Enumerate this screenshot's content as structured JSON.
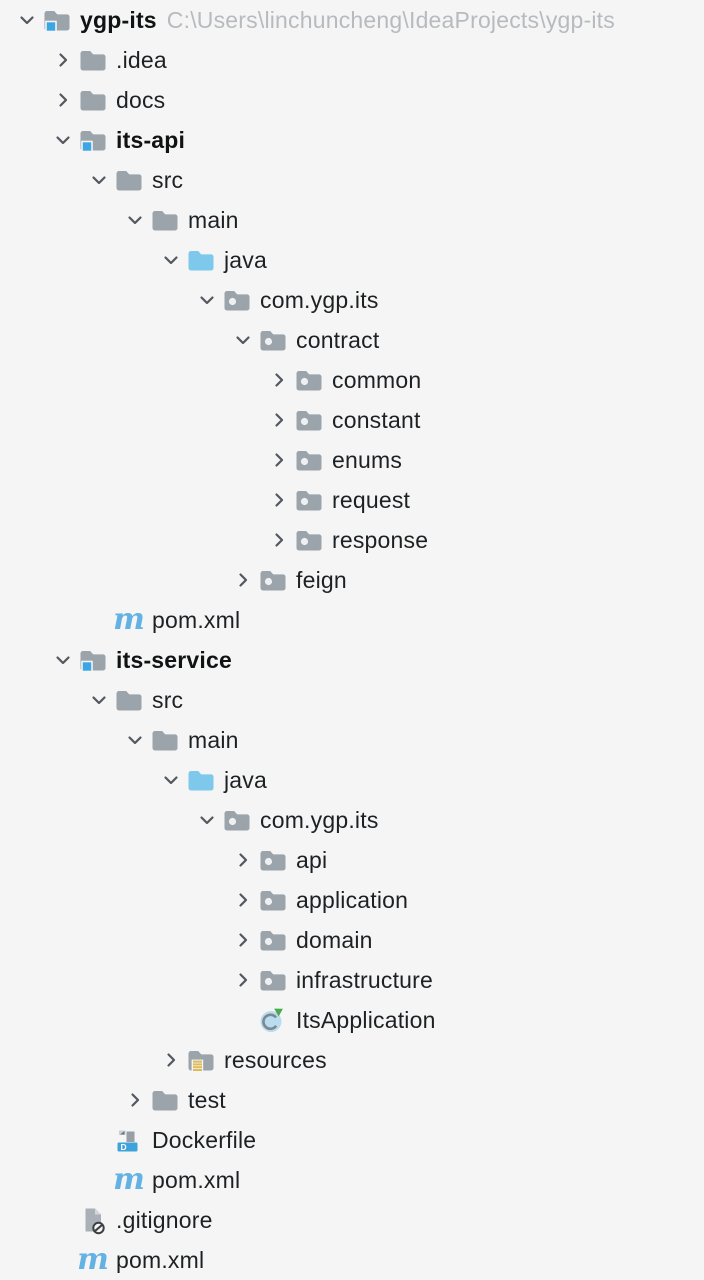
{
  "app": {
    "name": "project-explorer",
    "background": "#f4f5f4"
  },
  "colors": {
    "folder_gray": "#9ba3ab",
    "folder_blue_sources": "#7ec8ec",
    "module_badge_blue": "#3ba6e3",
    "maven_blue": "#64b2e4",
    "resources_yellow": "#debb55",
    "run_green": "#4aa84e",
    "docker_blue": "#3fa3db",
    "gray_file": "#aab0b7",
    "chevron_gray": "#53585e",
    "text": "#1e2124",
    "path_gray": "#b7bbbf",
    "background": "#f4f5f4",
    "package_dot": "#eef0f1"
  },
  "project_tree": {
    "rows": [
      {
        "label": "ygp-its",
        "suffix": "C:\\Users\\linchuncheng\\IdeaProjects\\ygp-its",
        "icon": "module-folder-icon",
        "chevron": "down",
        "level": 0,
        "bold": true
      },
      {
        "label": ".idea",
        "icon": "folder-icon",
        "chevron": "right",
        "level": 1,
        "bold": false
      },
      {
        "label": "docs",
        "icon": "folder-icon",
        "chevron": "right",
        "level": 1,
        "bold": false
      },
      {
        "label": "its-api",
        "icon": "module-folder-icon",
        "chevron": "down",
        "level": 1,
        "bold": true
      },
      {
        "label": "src",
        "icon": "folder-icon",
        "chevron": "down",
        "level": 2,
        "bold": false
      },
      {
        "label": "main",
        "icon": "folder-icon",
        "chevron": "down",
        "level": 3,
        "bold": false
      },
      {
        "label": "java",
        "icon": "sources-folder-icon",
        "chevron": "down",
        "level": 4,
        "bold": false
      },
      {
        "label": "com.ygp.its",
        "icon": "package-icon",
        "chevron": "down",
        "level": 5,
        "bold": false
      },
      {
        "label": "contract",
        "icon": "package-icon",
        "chevron": "down",
        "level": 6,
        "bold": false
      },
      {
        "label": "common",
        "icon": "package-icon",
        "chevron": "right",
        "level": 7,
        "bold": false
      },
      {
        "label": "constant",
        "icon": "package-icon",
        "chevron": "right",
        "level": 7,
        "bold": false
      },
      {
        "label": "enums",
        "icon": "package-icon",
        "chevron": "right",
        "level": 7,
        "bold": false
      },
      {
        "label": "request",
        "icon": "package-icon",
        "chevron": "right",
        "level": 7,
        "bold": false
      },
      {
        "label": "response",
        "icon": "package-icon",
        "chevron": "right",
        "level": 7,
        "bold": false
      },
      {
        "label": "feign",
        "icon": "package-icon",
        "chevron": "right",
        "level": 6,
        "bold": false
      },
      {
        "label": "pom.xml",
        "icon": "maven-icon",
        "chevron": "none",
        "level": 2,
        "bold": false
      },
      {
        "label": "its-service",
        "icon": "module-folder-icon",
        "chevron": "down",
        "level": 1,
        "bold": true
      },
      {
        "label": "src",
        "icon": "folder-icon",
        "chevron": "down",
        "level": 2,
        "bold": false
      },
      {
        "label": "main",
        "icon": "folder-icon",
        "chevron": "down",
        "level": 3,
        "bold": false
      },
      {
        "label": "java",
        "icon": "sources-folder-icon",
        "chevron": "down",
        "level": 4,
        "bold": false
      },
      {
        "label": "com.ygp.its",
        "icon": "package-icon",
        "chevron": "down",
        "level": 5,
        "bold": false
      },
      {
        "label": "api",
        "icon": "package-icon",
        "chevron": "right",
        "level": 6,
        "bold": false
      },
      {
        "label": "application",
        "icon": "package-icon",
        "chevron": "right",
        "level": 6,
        "bold": false
      },
      {
        "label": "domain",
        "icon": "package-icon",
        "chevron": "right",
        "level": 6,
        "bold": false
      },
      {
        "label": "infrastructure",
        "icon": "package-icon",
        "chevron": "right",
        "level": 6,
        "bold": false
      },
      {
        "label": "ItsApplication",
        "icon": "run-class-icon",
        "chevron": "none",
        "level": 6,
        "bold": false
      },
      {
        "label": "resources",
        "icon": "resources-folder-icon",
        "chevron": "right",
        "level": 4,
        "bold": false
      },
      {
        "label": "test",
        "icon": "folder-icon",
        "chevron": "right",
        "level": 3,
        "bold": false
      },
      {
        "label": "Dockerfile",
        "icon": "dockerfile-icon",
        "chevron": "none",
        "level": 2,
        "bold": false
      },
      {
        "label": "pom.xml",
        "icon": "maven-icon",
        "chevron": "none",
        "level": 2,
        "bold": false
      },
      {
        "label": ".gitignore",
        "icon": "gitignore-icon",
        "chevron": "none",
        "level": 1,
        "bold": false
      },
      {
        "label": "pom.xml",
        "icon": "maven-icon",
        "chevron": "none",
        "level": 1,
        "bold": false
      }
    ]
  }
}
